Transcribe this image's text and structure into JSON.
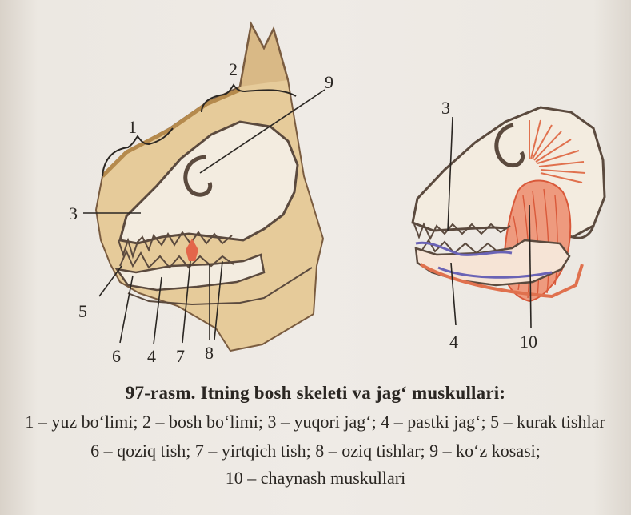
{
  "labels": {
    "left": {
      "l1": "1",
      "l2": "2",
      "l3": "3",
      "l5": "5",
      "l6": "6",
      "l4": "4",
      "l7": "7",
      "l8": "8",
      "l9": "9"
    },
    "right": {
      "l3": "3",
      "l4": "4",
      "l10": "10"
    }
  },
  "caption": {
    "title": "97-rasm. Itning bosh skeleti va jag‘ muskullari:",
    "line1": "1 – yuz bo‘limi; 2 – bosh bo‘limi; 3 – yuqori jag‘; 4 – pastki jag‘; 5 – kurak tishlar",
    "line2": "6 – qoziq tish; 7 – yirtqich tish; 8 – oziq tishlar; 9 – ko‘z kosasi;",
    "line3": "10 – chaynash muskullari"
  },
  "colors": {
    "head_fill": "#e9cfa0",
    "outline": "#5b4a3e",
    "muscle": "#e0714e",
    "nerve": "#6a63b6"
  }
}
